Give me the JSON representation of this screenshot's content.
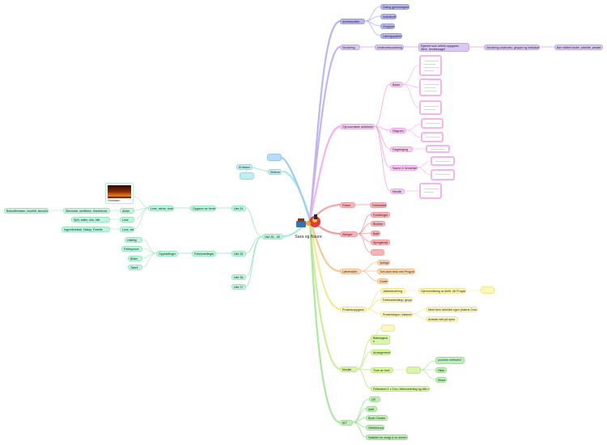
{
  "central": {
    "label": "Sara og Nsure"
  },
  "branches": {
    "arbeidsmaler": {
      "label": "Arbeidsmåter",
      "children": [
        "Dialog gjennomgang",
        "Individuelt",
        "Gruppeer",
        "Læringspartner"
      ]
    },
    "vurdering": {
      "label": "Vurdering",
      "child": "Underveisvurdering",
      "detail": "Egenlet som reflekt oppgaver, litere, hentbesøget",
      "detail2": "Vurdering underveis, gruppe og individuelt",
      "detail3": "Bør måleet bedre, arbeide, ønsker med"
    },
    "gjennomforte": {
      "label": "Gjennomførte aktiviteter",
      "children": [
        "Bøker",
        "Diagram",
        "Fargeleging",
        "Søvne & hendelsle",
        "Musikk"
      ]
    },
    "fraser": {
      "label": "Fraser",
      "child": "Fellestekst"
    },
    "ovinger": {
      "label": "Øvinger",
      "children": [
        "Fordelinger",
        "Blokker",
        "Bøle",
        "Spreglende"
      ]
    },
    "laeremidler": {
      "label": "Læremidler",
      "children": [
        "Spillige",
        "Tom-dom bruk ene Program",
        "Guide"
      ]
    },
    "prosessoppgave": {
      "label": "Prosessoppgave",
      "a": "Jakkestudering",
      "a_detail": "Gjennomføring av skrift. Alt Program",
      "b": "Fellesarbeiding i grupper",
      "c": "Presentasjon i klassen",
      "c1": "Mest frem arbeidet egen (ikkene Creative)",
      "c2": "Arbeide hitlt på dyrnr"
    },
    "musikk": {
      "label": "Musikk",
      "children": [
        "Bakkingsra n",
        "Arrangement",
        "Tvee av hver",
        "Fellesstort 1 x 3 tro, fellesverkning og ofte ord"
      ],
      "tvee_children": [
        "youtube-nettssted",
        "Hilde",
        "Musa"
      ]
    },
    "ikt": {
      "label": "IKT",
      "children": [
        "UE",
        "Ipad",
        "Book Creator",
        "Vitteführung",
        "Søkkiter for enegi & en annen"
      ]
    },
    "kildene": {
      "label": "Kildene",
      "title": "Et titelen"
    },
    "ukegrupper": {
      "label": "Uke 35 - 38",
      "uker": [
        "Uke 34",
        "Uke 35",
        "Uke 36",
        "Uke 37"
      ],
      "uke34_child": "Opgaver av henta",
      "uke34_gc": "Lese, skrive, teori",
      "sub_a": [
        "Skrivearb, skrifttrinn. Hankkevse",
        "Arkse",
        "Lese"
      ],
      "sub_a_far": "Bokmålestrøm, muntlift, skrivelige",
      "sub_b": [
        "Spill, kaller, ukk, bilfr",
        "Ingenifetekisk, Dialay, Fortelle"
      ],
      "uke35_child": "Fellofortellinger",
      "uke35_gc": "Oppstellinger",
      "sub_c": [
        "Utstillig",
        "Fellesprove",
        "Bilder",
        "Tabell"
      ],
      "thumb_caption": "Vinhorsen"
    }
  },
  "colors": {
    "purple": "#b7b7f3",
    "violet": "#dcc6f6",
    "pink": "#f8c9f3",
    "red": "#f7b4b7",
    "orange": "#fbd8b4",
    "yellow": "#fbf6b9",
    "lime": "#d9f5a8",
    "green": "#bdf1b4",
    "mint": "#bff5dc",
    "cyan": "#bdf0f4"
  }
}
